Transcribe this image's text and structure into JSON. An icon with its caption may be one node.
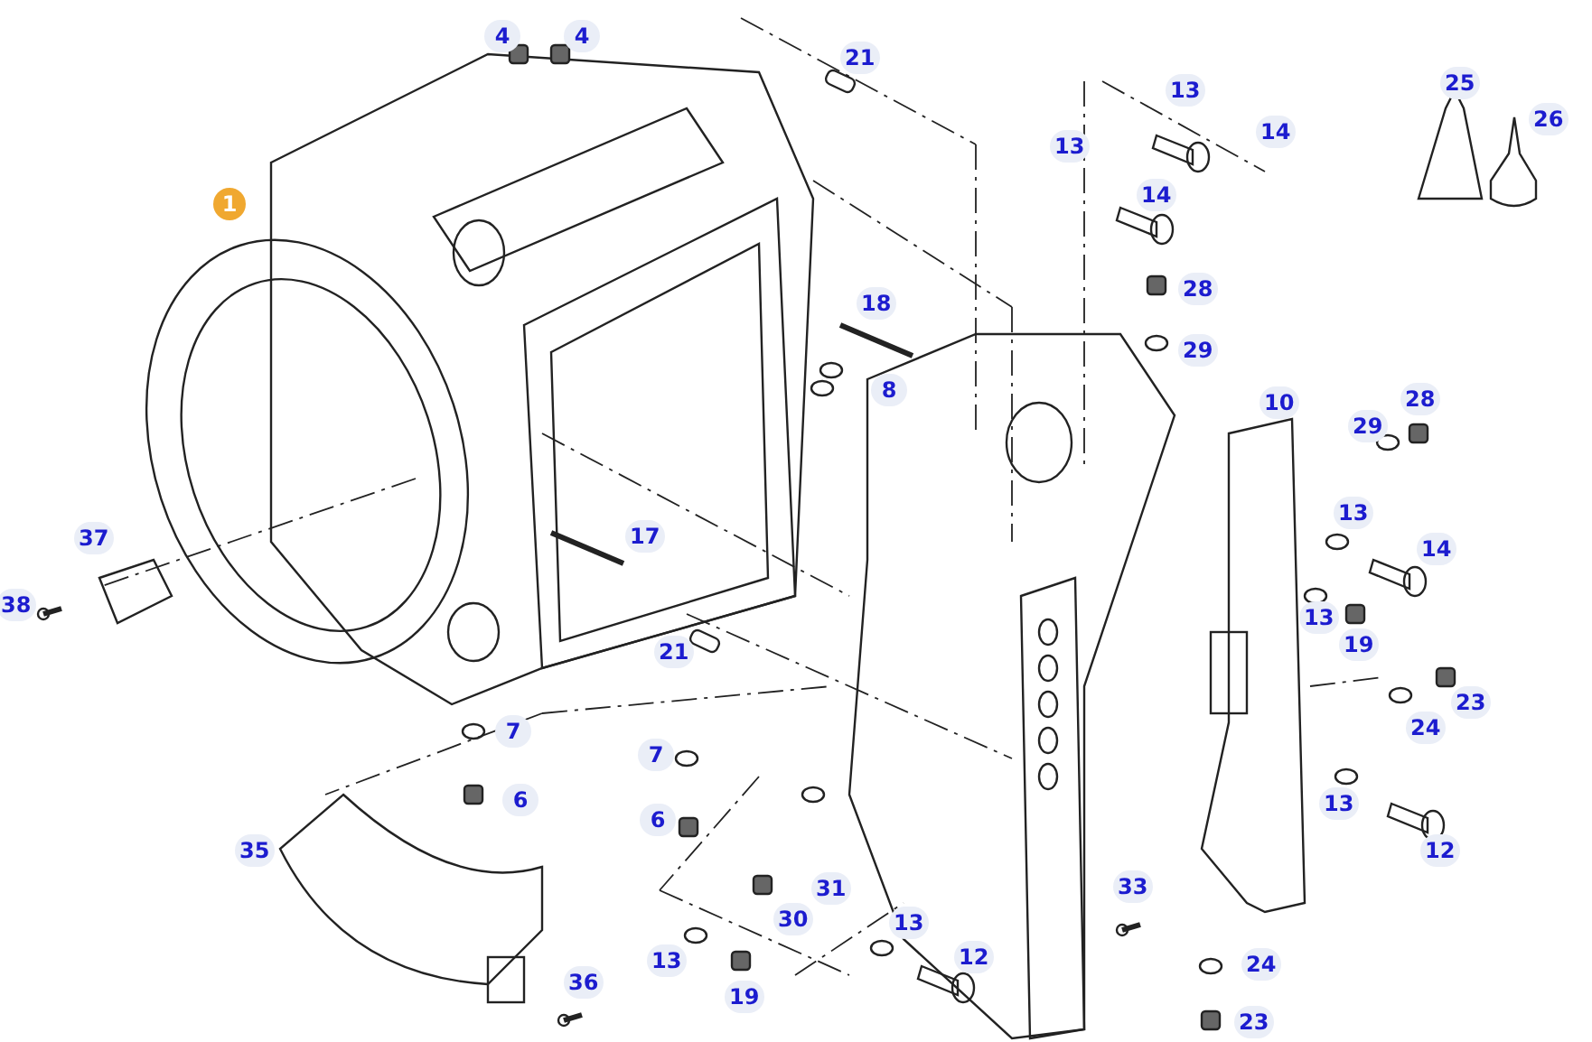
{
  "diagram": {
    "labels": [
      "4",
      "4",
      "21",
      "25",
      "13",
      "26",
      "14",
      "13",
      "14",
      "1",
      "28",
      "18",
      "29",
      "8",
      "28",
      "10",
      "29",
      "13",
      "37",
      "17",
      "14",
      "38",
      "13",
      "19",
      "21",
      "23",
      "24",
      "7",
      "7",
      "6",
      "13",
      "6",
      "12",
      "35",
      "33",
      "31",
      "30",
      "13",
      "13",
      "12",
      "36",
      "24",
      "19",
      "23"
    ]
  }
}
